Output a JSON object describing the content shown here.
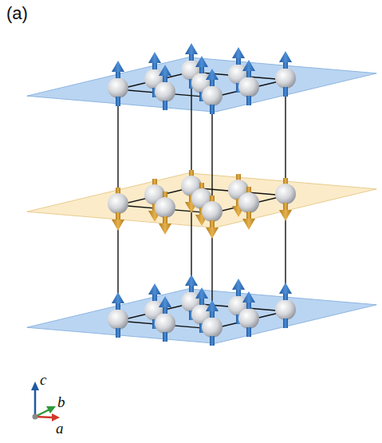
{
  "diagram": {
    "labels": [
      "(a)",
      "c",
      "b",
      "a"
    ]
  }
}
